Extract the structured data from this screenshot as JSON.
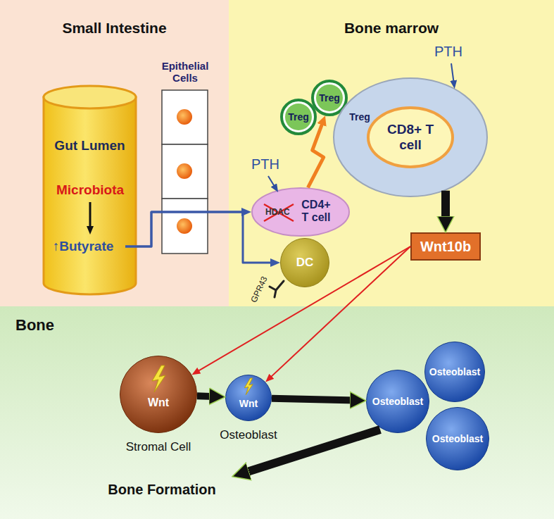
{
  "diagram": {
    "nodes": [
      {
        "text": [
          "Small Intestine"
        ]
      },
      {
        "text": [
          "Gut Lumen"
        ],
        "in": 0
      },
      {
        "text": [
          "Microbiota"
        ],
        "in": 1
      },
      {
        "text": [
          "↑Butyrate"
        ],
        "in": 1
      },
      {
        "text": [
          "Bone marrow"
        ]
      },
      {
        "text": [
          "HDAC",
          "CD4+ T cell"
        ],
        "in": 4
      },
      {
        "text": [
          "DC"
        ],
        "in": 4
      },
      {
        "text": [
          "Treg"
        ],
        "in": 4
      },
      {
        "text": [
          "Treg"
        ],
        "in": 4
      },
      {
        "text": [
          "Treg"
        ],
        "in": 4
      },
      {
        "text": [
          "CD8+ T cell"
        ],
        "in": 4
      },
      {
        "text": [
          "Wnt10b"
        ],
        "in": 4
      },
      {
        "text": [
          "Bone"
        ]
      },
      {
        "text": [
          "Wnt",
          "Stromal Cell"
        ],
        "in": 12
      },
      {
        "text": [
          "Wnt",
          "Osteoblast"
        ],
        "in": 12
      },
      {
        "text": [
          "Osteoblast"
        ],
        "in": 12
      },
      {
        "text": [
          "Osteoblast"
        ],
        "in": 12
      },
      {
        "text": [
          "Osteoblast"
        ],
        "in": 12
      }
    ],
    "edges": [
      {
        "from": 2,
        "to": 3,
        "arrow": "to"
      },
      {
        "from": 3,
        "to": 5,
        "arrow": "to"
      },
      {
        "from": 3,
        "to": 6,
        "arrow": "to"
      },
      {
        "from": 5,
        "to": 8,
        "arrow": "to"
      },
      {
        "from": 10,
        "to": 11,
        "arrow": "to"
      },
      {
        "from": 11,
        "to": 13,
        "arrow": "to"
      },
      {
        "from": 11,
        "to": 14,
        "arrow": "to"
      },
      {
        "from": 13,
        "to": 14,
        "arrow": "to"
      },
      {
        "from": 14,
        "to": 15,
        "arrow": "to"
      }
    ],
    "labels": [
      "Epithelial Cells",
      "PTH",
      "PTH",
      "GPR43",
      "Bone Formation"
    ]
  }
}
